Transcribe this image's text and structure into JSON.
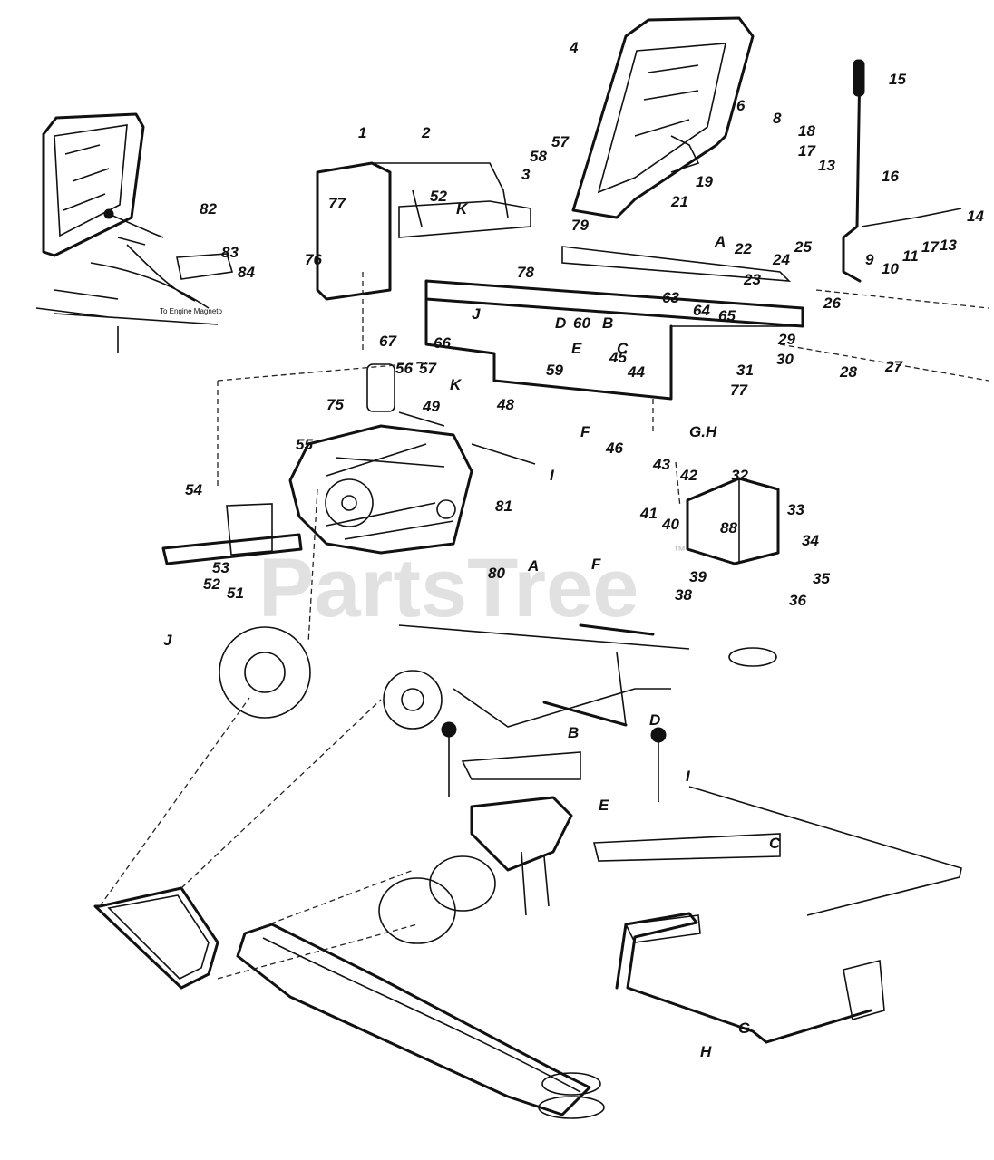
{
  "labels": [
    "1",
    "2",
    "3",
    "4",
    "6",
    "8",
    "9",
    "10",
    "11",
    "13",
    "13",
    "14",
    "15",
    "16",
    "17",
    "17",
    "18",
    "19",
    "21",
    "22",
    "23",
    "24",
    "25",
    "26",
    "27",
    "28",
    "29",
    "30",
    "31",
    "32",
    "33",
    "34",
    "35",
    "36",
    "38",
    "39",
    "40",
    "41",
    "42",
    "43",
    "44",
    "45",
    "46",
    "48",
    "49",
    "51",
    "52",
    "52",
    "53",
    "54",
    "55",
    "56",
    "57",
    "57",
    "58",
    "59",
    "60",
    "63",
    "64",
    "65",
    "66",
    "67",
    "75",
    "76",
    "77",
    "77",
    "78",
    "79",
    "80",
    "81",
    "82",
    "83",
    "84",
    "88",
    "A",
    "A",
    "B",
    "B",
    "C",
    "C",
    "D",
    "D",
    "E",
    "E",
    "F",
    "F",
    "G",
    "G.H",
    "H",
    "I",
    "I",
    "J",
    "J",
    "K",
    "K"
  ],
  "annotation": "To Engine Magneto",
  "watermark": "PartsTree",
  "watermark_mark": "™"
}
